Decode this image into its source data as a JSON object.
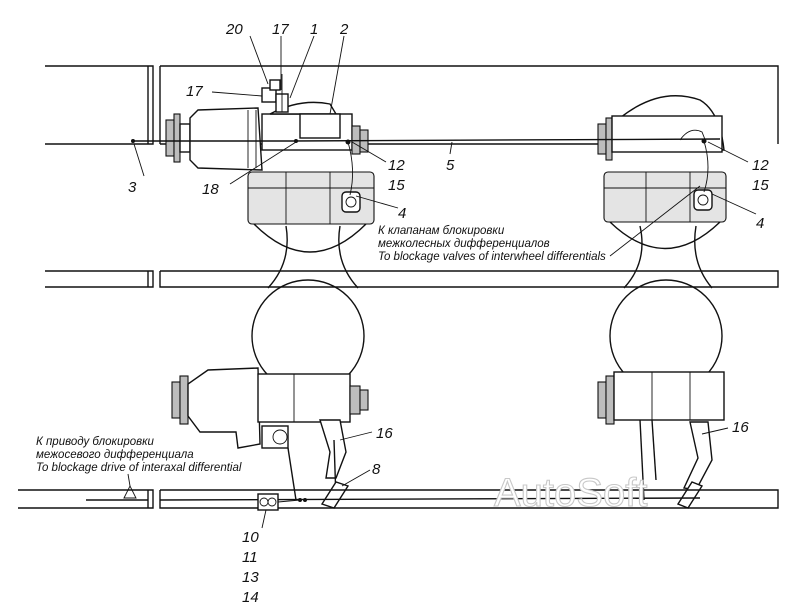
{
  "callouts": {
    "c20": "20",
    "c17a": "17",
    "c1": "1",
    "c2": "2",
    "c17b": "17",
    "c3": "3",
    "c5": "5",
    "c18": "18",
    "c12a": "12",
    "c15a": "15",
    "c12b": "12",
    "c15b": "15",
    "c4a": "4",
    "c4b": "4",
    "c16a": "16",
    "c16b": "16",
    "c8": "8",
    "c10": "10",
    "c11": "11",
    "c13": "13",
    "c14": "14"
  },
  "notes": {
    "interwheel_ru_1": "К клапанам блокировки",
    "interwheel_ru_2": "межколесных дифференциалов",
    "interwheel_en": "To blockage valves of interwheel differentials",
    "interaxal_ru_1": "К приводу блокировки",
    "interaxal_ru_2": "межосевого дифференциала",
    "interaxal_en": "To blockage drive of interaxal differential"
  },
  "watermark": "AutoSoft"
}
